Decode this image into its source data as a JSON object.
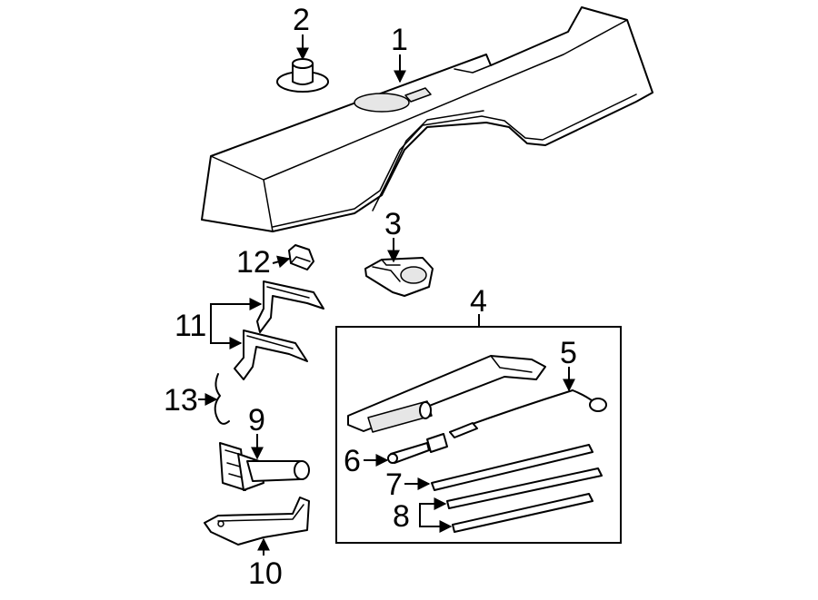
{
  "callouts": [
    {
      "id": "1",
      "label": "1"
    },
    {
      "id": "2",
      "label": "2"
    },
    {
      "id": "3",
      "label": "3"
    },
    {
      "id": "4",
      "label": "4"
    },
    {
      "id": "5",
      "label": "5"
    },
    {
      "id": "6",
      "label": "6"
    },
    {
      "id": "7",
      "label": "7"
    },
    {
      "id": "8",
      "label": "8"
    },
    {
      "id": "9",
      "label": "9"
    },
    {
      "id": "10",
      "label": "10"
    },
    {
      "id": "11",
      "label": "11"
    },
    {
      "id": "12",
      "label": "12"
    },
    {
      "id": "13",
      "label": "13"
    }
  ],
  "colors": {
    "line": "#000000",
    "background": "#ffffff",
    "shade": "#e6e6e6"
  }
}
